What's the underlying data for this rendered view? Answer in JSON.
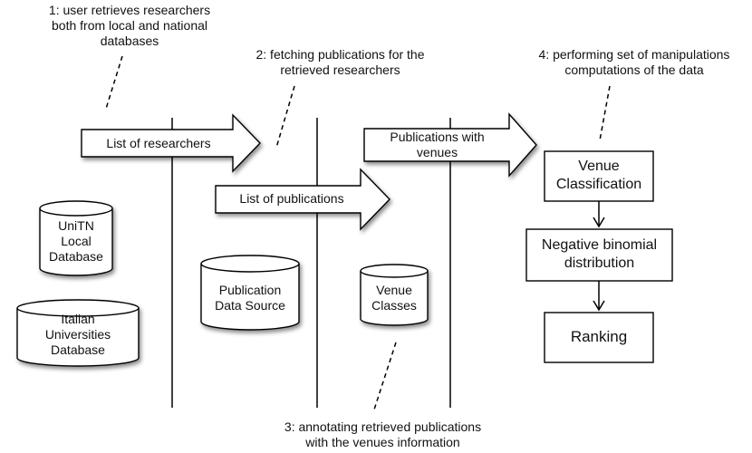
{
  "annotations": {
    "step1": [
      "1: user retrieves researchers",
      "both from local and national",
      "databases"
    ],
    "step2": [
      "2: fetching publications for the",
      "retrieved researchers"
    ],
    "step3": [
      "3: annotating retrieved publications",
      "with the venues information"
    ],
    "step4": [
      "4: performing set of manipulations",
      "computations of the data"
    ]
  },
  "arrows": {
    "researchers": "List of researchers",
    "publications": "List of publications",
    "with_venues": [
      "Publications with",
      "venues"
    ]
  },
  "databases": {
    "unitn": [
      "UniTN",
      "Local",
      "Database"
    ],
    "italian": [
      "Italian",
      "Universities",
      "Database"
    ],
    "pubsource": [
      "Publication",
      "Data Source"
    ],
    "venueclasses": [
      "Venue",
      "Classes"
    ]
  },
  "process": {
    "venue_classification": [
      "Venue",
      "Classification"
    ],
    "negative_binomial": [
      "Negative binomial",
      "distribution"
    ],
    "ranking": "Ranking"
  }
}
